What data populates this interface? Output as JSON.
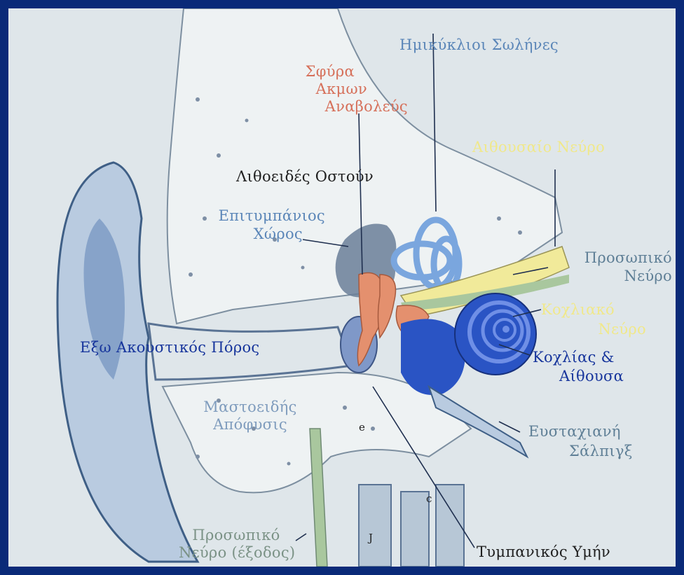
{
  "colors": {
    "frame": "#0a2a78",
    "background": "#dfe6ea",
    "bone": "#eef2f3",
    "ossicles": "#e4906e",
    "cochlea": "#2a54c4",
    "canals": "#7aa6de",
    "nerve": "#f1ea9a",
    "ear": "#b9cbe0"
  },
  "labels": {
    "semicircular_canals": "Ημικύκλιοι Σωλήνες",
    "ossicles_1": "Σφύρα",
    "ossicles_2": "Ακμων",
    "ossicles_3": "Αναβολεύς",
    "vestibular_nerve": "Αιθουσαίο Νεύρο",
    "petrous_bone": "Λιθοειδές Οστούν",
    "epitympanic_1": "Επιτυμπάνιος",
    "epitympanic_2": "Χώρος",
    "facial_nerve_1": "Προσωπικό",
    "facial_nerve_2": "Νεύρο",
    "cochlear_nerve_1": "Κοχλιακό",
    "cochlear_nerve_2": "Νεύρο",
    "ear_canal": "Εξω Ακουστικός Πόρος",
    "cochlea_1": "Κοχλίας &",
    "cochlea_2": "Αίθουσα",
    "mastoid_1": "Μαστοειδής",
    "mastoid_2": "Απόφυσις",
    "eustachian_1": "Ευσταχιανή",
    "eustachian_2": "Σάλπιγξ",
    "facial_exit_1": "Προσωπικό",
    "facial_exit_2": "Νεύρο (έξοδος)",
    "eardrum": "Τυμπανικός Υμήν"
  },
  "markers": {
    "m1": "e",
    "m2": "J",
    "m3": "c"
  }
}
